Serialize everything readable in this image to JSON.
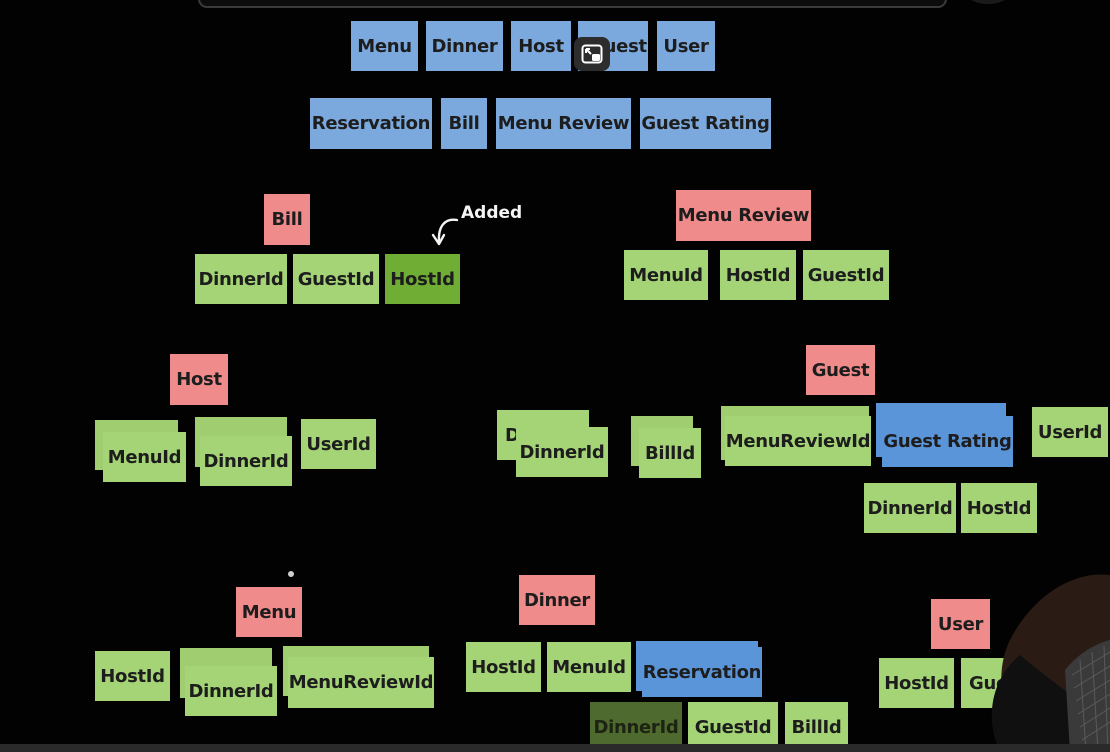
{
  "entities_row": [
    "Menu",
    "Dinner",
    "Host",
    "Guest",
    "User"
  ],
  "relations_row": [
    "Reservation",
    "Bill",
    "Menu Review",
    "Guest Rating"
  ],
  "annotation": "Added",
  "bill": {
    "title": "Bill",
    "fields": [
      "DinnerId",
      "GuestId",
      "HostId"
    ]
  },
  "menu_review": {
    "title": "Menu Review",
    "fields": [
      "MenuId",
      "HostId",
      "GuestId"
    ]
  },
  "host": {
    "title": "Host",
    "fields": [
      "MenuId",
      "DinnerId",
      "UserId"
    ]
  },
  "guest": {
    "title": "Guest",
    "fields": [
      "DinnerId",
      "BillId",
      "MenuReviewId",
      "Guest Rating",
      "UserId",
      "DinnerId",
      "HostId"
    ],
    "partial_label": "D"
  },
  "menu": {
    "title": "Menu",
    "fields": [
      "HostId",
      "DinnerId",
      "MenuReviewId"
    ]
  },
  "dinner": {
    "title": "Dinner",
    "fields": [
      "HostId",
      "MenuId",
      "Reservation",
      "DinnerId",
      "GuestId",
      "BillId"
    ]
  },
  "user": {
    "title": "User",
    "fields": [
      "HostId",
      "Gue"
    ]
  },
  "colors": {
    "background": "#020202",
    "entity_blue": "#7ba9dd",
    "table_pink": "#f08b8b",
    "field_green": "#a4d475",
    "added_green": "#6fad34"
  }
}
